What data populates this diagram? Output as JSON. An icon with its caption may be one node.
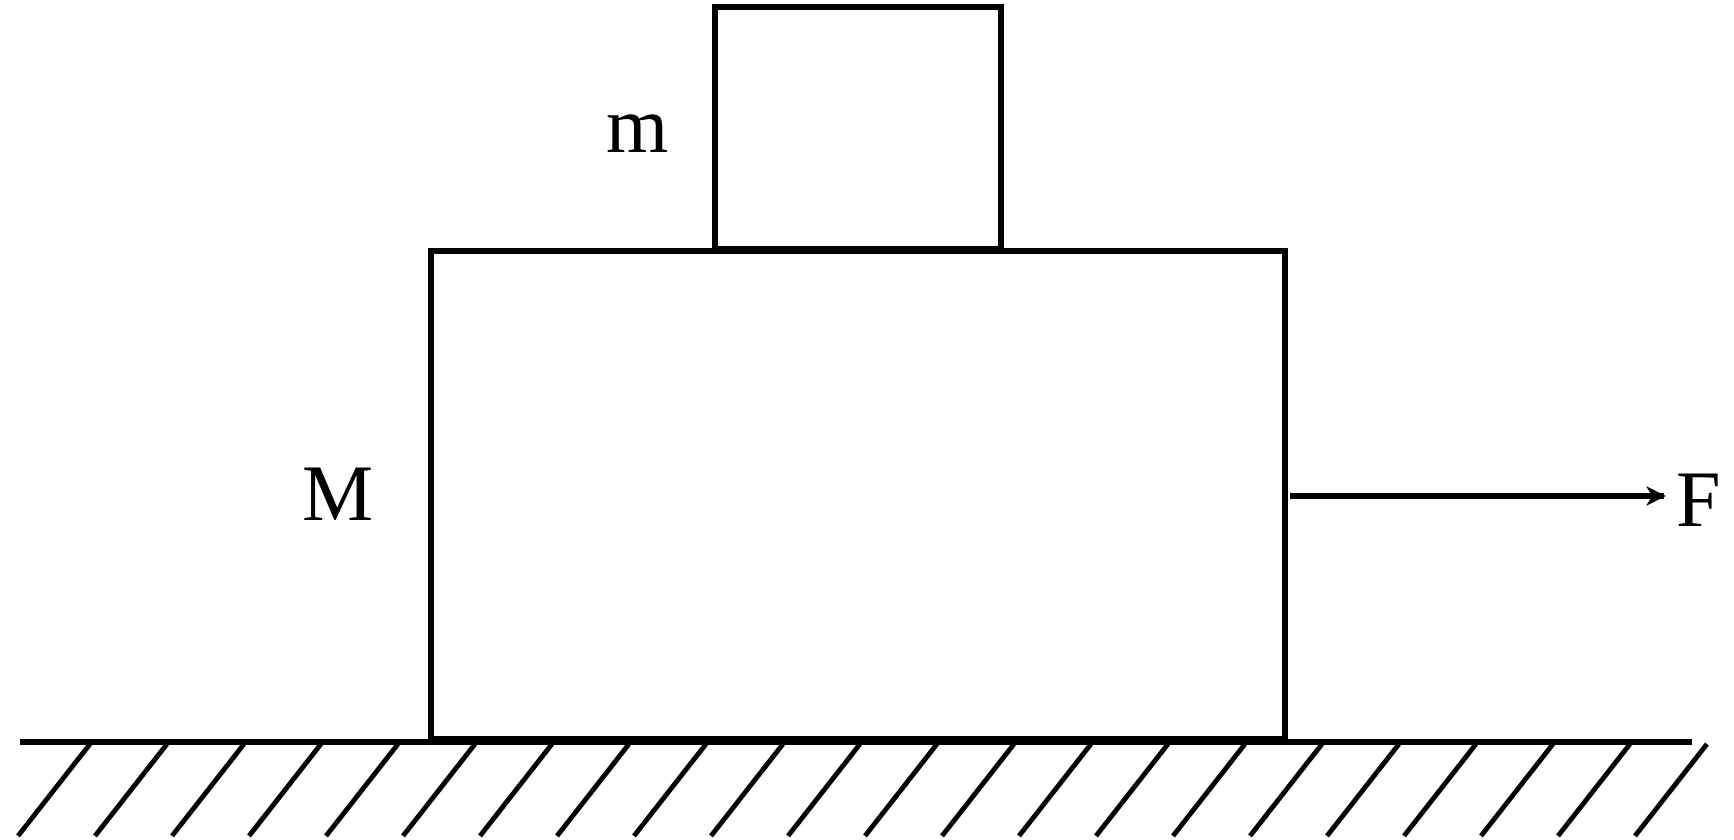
{
  "diagram": {
    "nodes": [
      {
        "text": [
          "m"
        ]
      },
      {
        "text": [
          "M"
        ]
      }
    ],
    "labels": [
      "F"
    ]
  }
}
